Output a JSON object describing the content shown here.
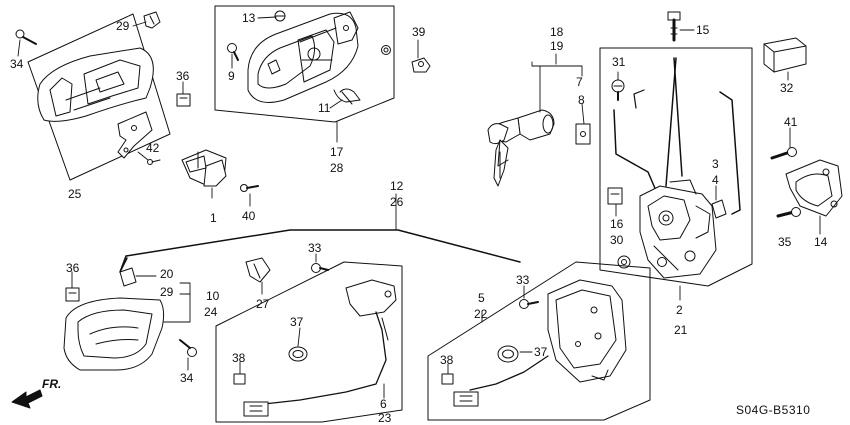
{
  "diagram": {
    "callouts": [
      {
        "id": "c1",
        "text": "1"
      },
      {
        "id": "c2",
        "text": "2"
      },
      {
        "id": "c3",
        "text": "3"
      },
      {
        "id": "c4",
        "text": "4"
      },
      {
        "id": "c5",
        "text": "5"
      },
      {
        "id": "c6",
        "text": "6"
      },
      {
        "id": "c7",
        "text": "7"
      },
      {
        "id": "c8",
        "text": "8"
      },
      {
        "id": "c9",
        "text": "9"
      },
      {
        "id": "c10",
        "text": "10"
      },
      {
        "id": "c11",
        "text": "11"
      },
      {
        "id": "c12",
        "text": "12"
      },
      {
        "id": "c13",
        "text": "13"
      },
      {
        "id": "c14",
        "text": "14"
      },
      {
        "id": "c15",
        "text": "15"
      },
      {
        "id": "c16",
        "text": "16"
      },
      {
        "id": "c17",
        "text": "17"
      },
      {
        "id": "c18",
        "text": "18"
      },
      {
        "id": "c19",
        "text": "19"
      },
      {
        "id": "c20",
        "text": "20"
      },
      {
        "id": "c21",
        "text": "21"
      },
      {
        "id": "c22",
        "text": "22"
      },
      {
        "id": "c23",
        "text": "23"
      },
      {
        "id": "c24",
        "text": "24"
      },
      {
        "id": "c25",
        "text": "25"
      },
      {
        "id": "c26",
        "text": "26"
      },
      {
        "id": "c27",
        "text": "27"
      },
      {
        "id": "c28",
        "text": "28"
      },
      {
        "id": "c29a",
        "text": "29"
      },
      {
        "id": "c29b",
        "text": "29"
      },
      {
        "id": "c30",
        "text": "30"
      },
      {
        "id": "c31",
        "text": "31"
      },
      {
        "id": "c32",
        "text": "32"
      },
      {
        "id": "c33a",
        "text": "33"
      },
      {
        "id": "c33b",
        "text": "33"
      },
      {
        "id": "c34a",
        "text": "34"
      },
      {
        "id": "c34b",
        "text": "34"
      },
      {
        "id": "c35",
        "text": "35"
      },
      {
        "id": "c36a",
        "text": "36"
      },
      {
        "id": "c36b",
        "text": "36"
      },
      {
        "id": "c37a",
        "text": "37"
      },
      {
        "id": "c37b",
        "text": "37"
      },
      {
        "id": "c38a",
        "text": "38"
      },
      {
        "id": "c38b",
        "text": "38"
      },
      {
        "id": "c39",
        "text": "39"
      },
      {
        "id": "c40",
        "text": "40"
      },
      {
        "id": "c41",
        "text": "41"
      },
      {
        "id": "c42",
        "text": "42"
      }
    ],
    "front_marker": "FR.",
    "diagram_code": "S04G-B5310",
    "line_color": "#111111"
  }
}
